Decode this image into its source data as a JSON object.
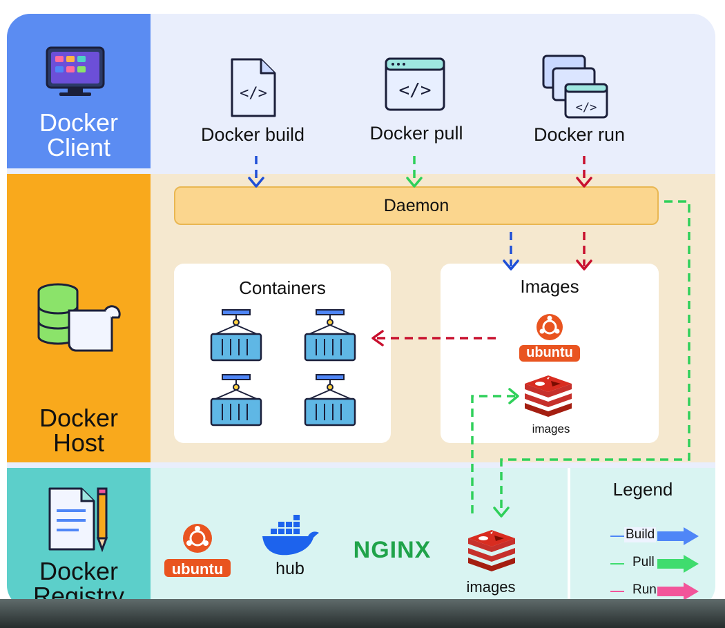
{
  "sections": {
    "client": {
      "label_line1": "Docker",
      "label_line2": "Client"
    },
    "host": {
      "label_line1": "Docker",
      "label_line2": "Host"
    },
    "registry": {
      "label_line1": "Docker",
      "label_line2": "Registry"
    }
  },
  "client_tools": [
    {
      "label": "Docker build",
      "icon": "code-file-icon"
    },
    {
      "label": "Docker pull",
      "icon": "code-window-icon"
    },
    {
      "label": "Docker run",
      "icon": "stacked-windows-icon"
    }
  ],
  "daemon": {
    "label": "Daemon"
  },
  "containers_box": {
    "title": "Containers"
  },
  "images_box": {
    "title": "Images",
    "ubuntu_text": "ubuntu",
    "redis_label": "images"
  },
  "registry_items": {
    "ubuntu_text": "ubuntu",
    "hub_label": "hub",
    "nginx_text": "NGINX",
    "redis_label": "images"
  },
  "legend": {
    "title": "Legend",
    "items": [
      {
        "label": "Build",
        "color": "#4f86f7"
      },
      {
        "label": "Pull",
        "color": "#3fdc6e"
      },
      {
        "label": "Run",
        "color": "#f2559a"
      }
    ]
  },
  "colors": {
    "client_band": "#e9eefc",
    "client_label": "#5b8cf2",
    "host_band": "#f5e8cf",
    "host_label": "#f9a91c",
    "registry_band": "#d9f4f2",
    "registry_label": "#5ccfca",
    "daemon": "#fbd68e",
    "build_arrow": "#1f4fd6",
    "pull_arrow": "#2fd05a",
    "run_arrow": "#c8102e"
  }
}
